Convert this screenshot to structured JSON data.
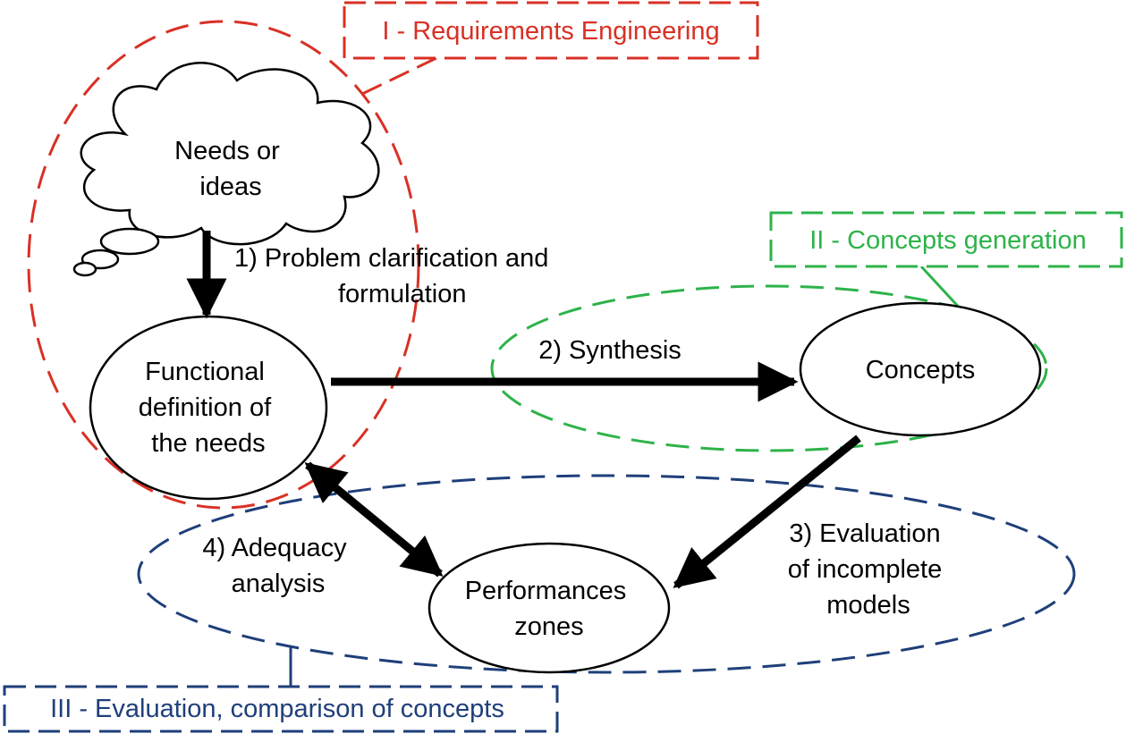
{
  "colors": {
    "requirements": "#d93025",
    "concepts": "#2db34a",
    "evaluation": "#1f3f7a",
    "ink": "#000000"
  },
  "phases": {
    "requirements_engineering": "I - Requirements Engineering",
    "concepts_generation": "II - Concepts generation",
    "evaluation_comparison": "III - Evaluation, comparison of concepts"
  },
  "nodes": {
    "needs_or_ideas": [
      "Needs or",
      "ideas"
    ],
    "functional_definition": [
      "Functional",
      "definition of",
      "the needs"
    ],
    "concepts": [
      "Concepts"
    ],
    "performances_zones": [
      "Performances",
      "zones"
    ]
  },
  "steps": {
    "problem_clarification": [
      "1) Problem clarification and",
      "formulation"
    ],
    "synthesis": [
      "2) Synthesis"
    ],
    "evaluation_incomplete": [
      "3) Evaluation",
      "of incomplete",
      "models"
    ],
    "adequacy_analysis": [
      "4) Adequacy",
      "analysis"
    ]
  }
}
